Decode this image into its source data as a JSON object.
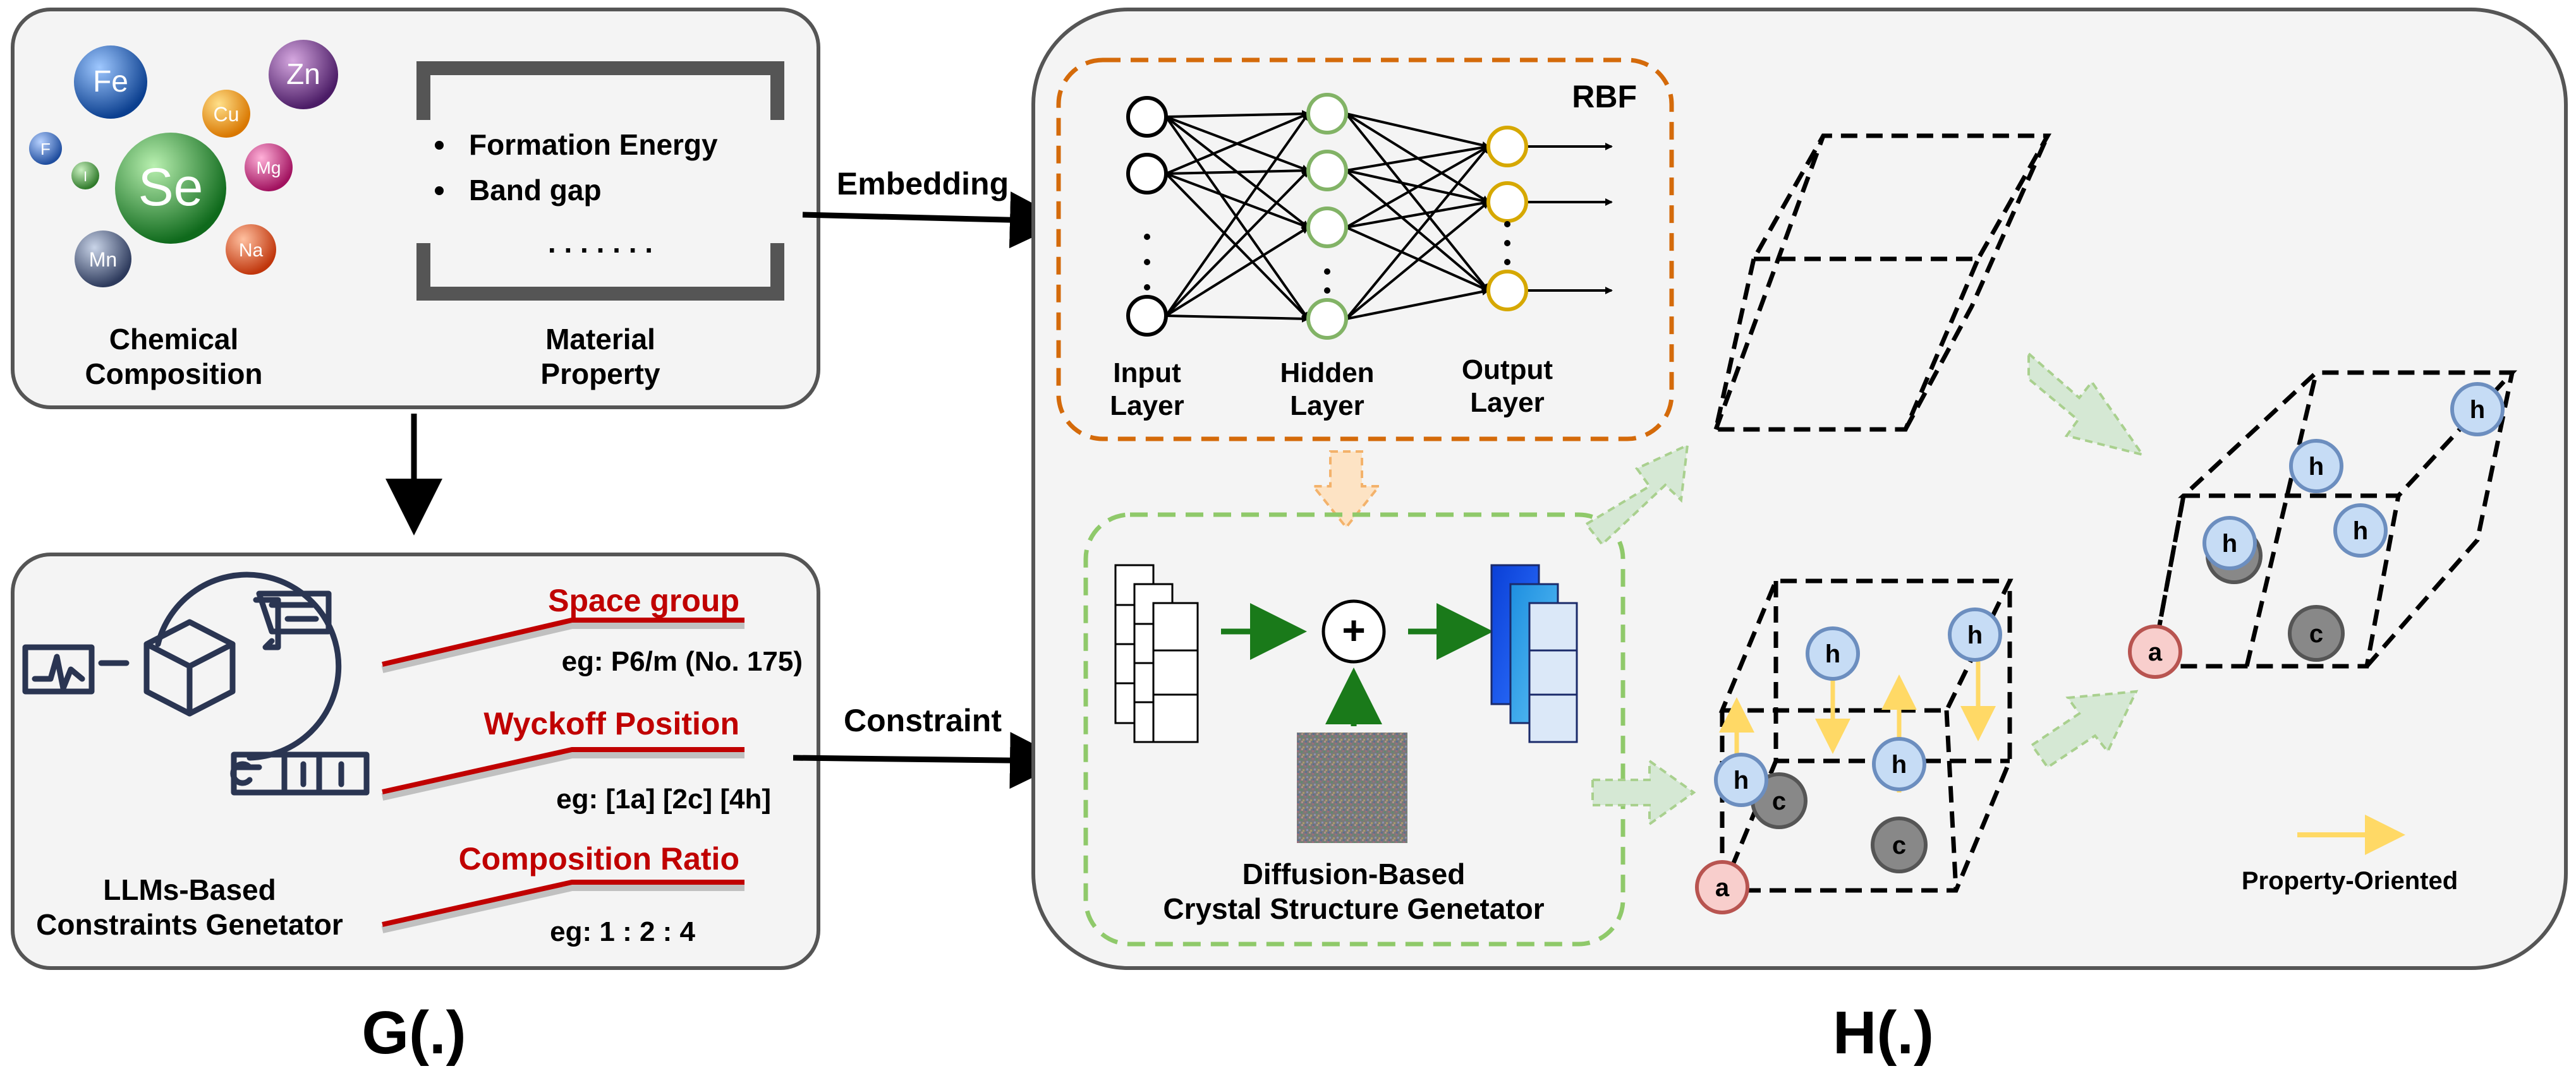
{
  "g_panel": {
    "elements": [
      "Fe",
      "Zn",
      "Cu",
      "Se",
      "Mg",
      "F",
      "Mn",
      "Na"
    ],
    "chem_label": [
      "Chemical",
      "Composition"
    ],
    "property_items": [
      "Formation Energy",
      "Band gap"
    ],
    "property_ellipsis": ". . . . . . .",
    "property_label": [
      "Material",
      "Property"
    ],
    "llm_label": [
      "LLMs-Based",
      "Constraints Genetator"
    ],
    "constraints": [
      {
        "title": "Space group",
        "example": "eg: P6/m (No. 175)"
      },
      {
        "title": "Wyckoff Position",
        "example": "eg: [1a] [2c] [4h]"
      },
      {
        "title": "Composition Ratio",
        "example": "eg: 1 : 2 : 4"
      }
    ],
    "g_label": "G(.)"
  },
  "arrows": {
    "embedding": "Embedding",
    "constraint": "Constraint"
  },
  "h_panel": {
    "rbf_title": "RBF",
    "layers": [
      [
        "Input",
        "Layer"
      ],
      [
        "Hidden",
        "Layer"
      ],
      [
        "Output",
        "Layer"
      ]
    ],
    "diffusion_label": [
      "Diffusion-Based",
      "Crystal Structure Genetator"
    ],
    "plus": "+",
    "atoms": {
      "h": "h",
      "c": "c",
      "a": "a"
    },
    "legend": "Property-Oriented",
    "h_label": "H(.)"
  },
  "colors": {
    "panel_fill": "#f4f4f4",
    "panel_stroke": "#555555",
    "constraint_red": "#c00000",
    "rbf_border": "#d46a0a",
    "diffusion_border": "#8fc96a",
    "hidden_node": "#82b366",
    "output_node": "#d6a800",
    "atom_h": "#c6dcf5",
    "atom_h_stroke": "#6c8ebf",
    "atom_c": "#888888",
    "atom_a": "#f8cecc",
    "atom_a_stroke": "#b85450",
    "property_arrow": "#ffd966",
    "flow_green": "#1a7a1a"
  }
}
